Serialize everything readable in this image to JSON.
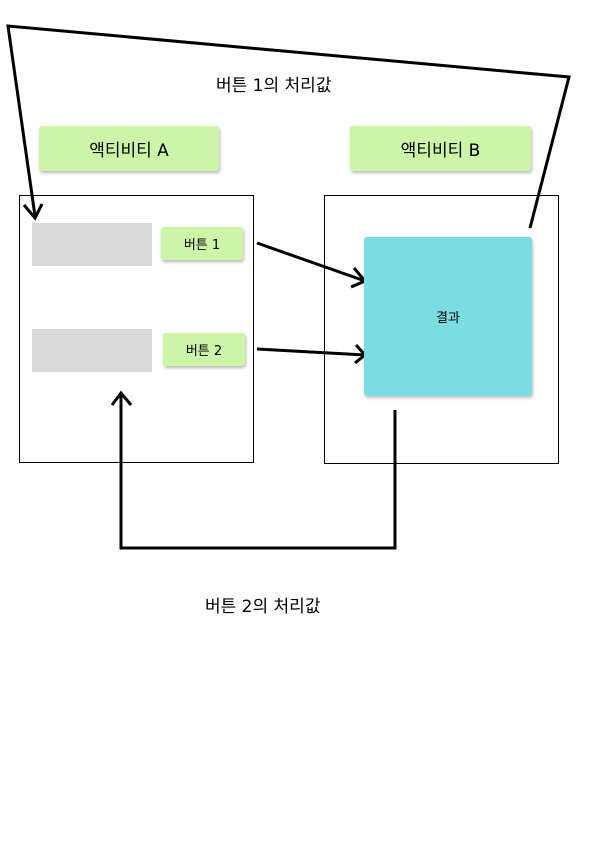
{
  "activity_a": {
    "title": "액티비티 A",
    "button1_label": "버튼 1",
    "button2_label": "버튼 2"
  },
  "activity_b": {
    "title": "액티비티 B",
    "result_label": "결과"
  },
  "captions": {
    "button1_result": "버튼 1의 처리값",
    "button2_result": "버튼 2의 처리값"
  },
  "colors": {
    "sticky_note": "#ccf5a8",
    "result_box": "#7bdce1",
    "placeholder": "#d9d9d9",
    "line": "#000000"
  }
}
